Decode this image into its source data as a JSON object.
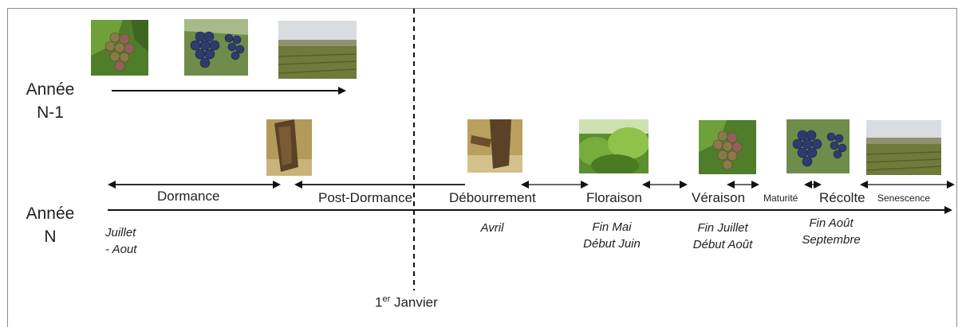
{
  "years": {
    "previous": "Année\nN-1",
    "current": "Année\nN"
  },
  "stages": {
    "dormance": "Dormance",
    "post_dormance": "Post-Dormance",
    "debourrement": "Débourrement",
    "floraison": "Floraison",
    "veraison": "Véraison",
    "maturite": "Maturité",
    "recolte": "Récolte",
    "senescence": "Senescence"
  },
  "dates": {
    "juillet_aout": "Juillet\n- Aout",
    "avril": "Avril",
    "floraison": "Fin Mai\nDébut Juin",
    "veraison": "Fin Juillet\nDébut Août",
    "recolte": "Fin Août\nSeptembre"
  },
  "january": {
    "prefix": "1",
    "superscript": "er",
    "suffix": " Janvier"
  },
  "photo_names": [
    "green-grapes-photo",
    "blue-grapes-photo",
    "vineyard-field-photo",
    "vine-trunk-photo",
    "vine-trunk-photo",
    "vine-leaves-photo",
    "green-grapes-photo",
    "blue-grapes-photo",
    "vineyard-field-photo"
  ],
  "colors": {
    "line": "#111111",
    "frame": "#8c8c8c",
    "leaf_green": "#5a8f2e",
    "grape_blue": "#2e3b6e",
    "grape_green": "#8a7a4a",
    "soil": "#8b6a3a",
    "field": "#6f7a3b",
    "sky": "#d9dde0"
  }
}
